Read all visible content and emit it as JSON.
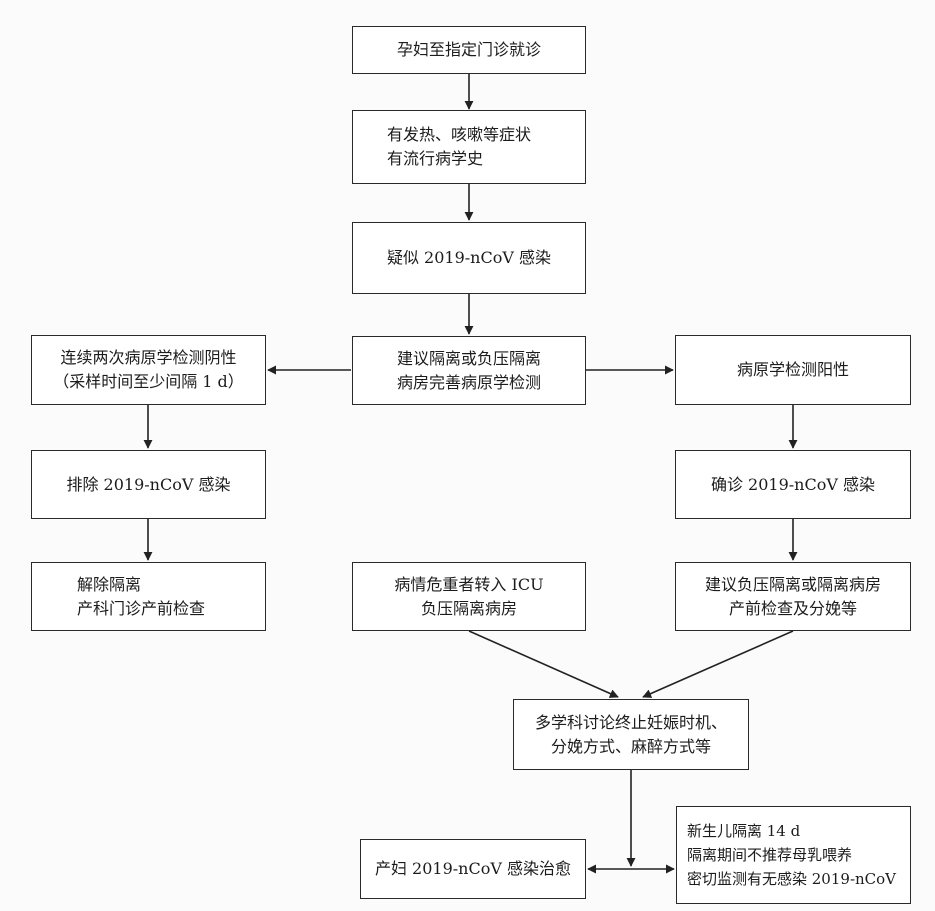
{
  "nodes": {
    "visit": {
      "lines": [
        "孕妇至指定门诊就诊"
      ]
    },
    "symptoms": {
      "lines": [
        "有发热、咳嗽等症状",
        "有流行病学史"
      ]
    },
    "suspected": {
      "lines": [
        "疑似 2019-nCoV 感染"
      ]
    },
    "isolation": {
      "lines": [
        "建议隔离或负压隔离",
        "病房完善病原学检测"
      ]
    },
    "negative": {
      "lines": [
        "连续两次病原学检测阴性",
        "（采样时间至少间隔 1 d）"
      ]
    },
    "positive": {
      "lines": [
        "病原学检测阳性"
      ]
    },
    "excluded": {
      "lines": [
        "排除 2019-nCoV 感染"
      ]
    },
    "confirmed": {
      "lines": [
        "确诊 2019-nCoV 感染"
      ]
    },
    "release": {
      "lines": [
        "解除隔离",
        "产科门诊产前检查"
      ]
    },
    "icu": {
      "lines": [
        "病情危重者转入 ICU",
        "负压隔离病房"
      ]
    },
    "ward": {
      "lines": [
        "建议负压隔离或隔离病房",
        "产前检查及分娩等"
      ]
    },
    "mdt": {
      "lines": [
        "多学科讨论终止妊娠时机、",
        "分娩方式、麻醉方式等"
      ]
    },
    "cured": {
      "lines": [
        "产妇 2019-nCoV 感染治愈"
      ]
    },
    "newborn": {
      "lines": [
        "新生儿隔离 14 d",
        "隔离期间不推荐母乳喂养",
        "密切监测有无感染 2019-nCoV"
      ]
    }
  }
}
